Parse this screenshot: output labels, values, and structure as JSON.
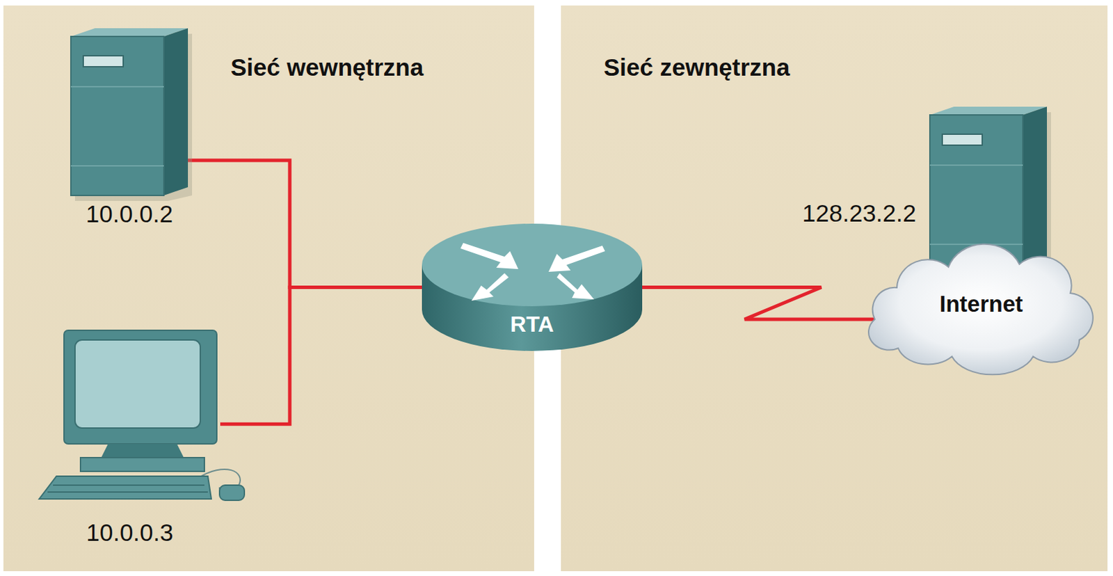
{
  "diagram": {
    "nodes": [
      {
        "text": [
          "Sieć wewnętrzna"
        ]
      },
      {
        "text": [
          "10.0.0.2"
        ],
        "in": 0
      },
      {
        "text": [
          "10.0.0.3"
        ],
        "in": 0
      },
      {
        "text": [
          "RTA"
        ]
      },
      {
        "text": [
          "Sieć zewnętrzna"
        ]
      },
      {
        "text": [
          "128.23.2.2"
        ],
        "in": 4
      },
      {
        "text": [
          "Internet"
        ],
        "in": 4
      }
    ],
    "edges": [
      {
        "from": 1,
        "to": 3,
        "arrow": "none"
      },
      {
        "from": 2,
        "to": 3,
        "arrow": "none"
      },
      {
        "from": 3,
        "to": 6,
        "arrow": "none"
      }
    ]
  }
}
